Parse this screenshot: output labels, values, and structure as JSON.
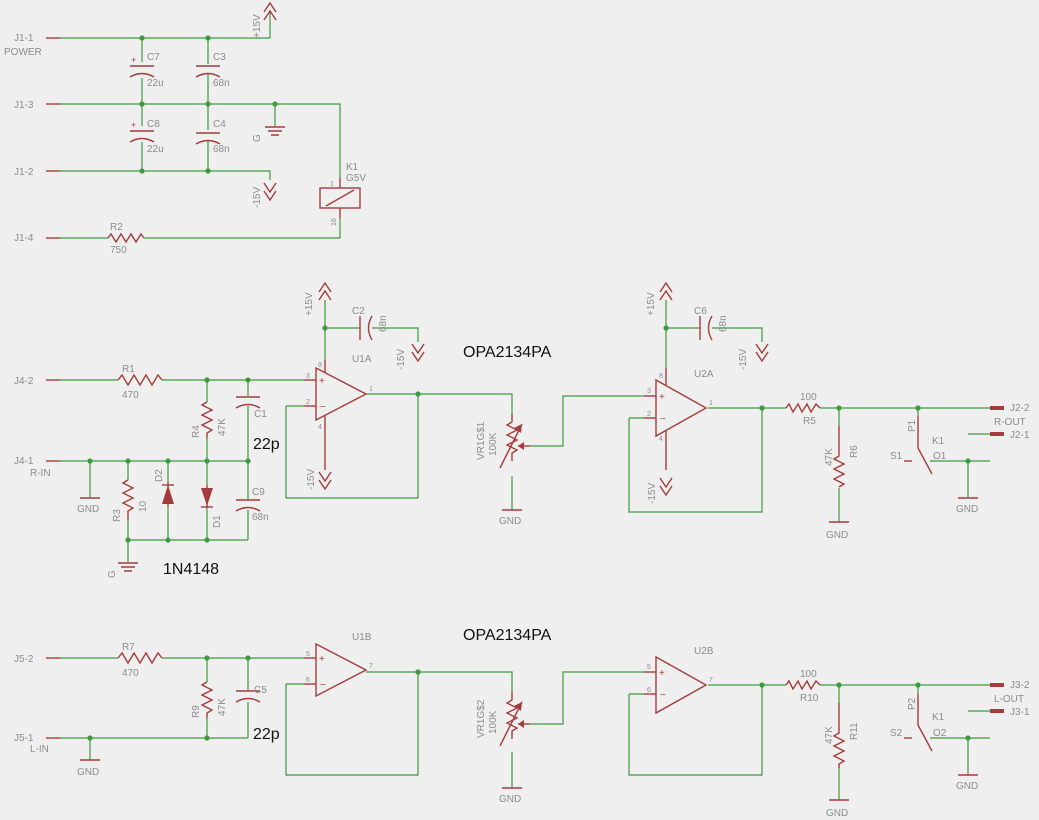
{
  "labels": {
    "j1_1": "J1-1",
    "power": "POWER",
    "plus15v_top": "+15V",
    "c7": "C7",
    "c7_val": "22u",
    "c3": "C3",
    "c3_val": "68n",
    "j1_3": "J1-3",
    "g_top": "G",
    "c8": "C8",
    "c8_val": "22u",
    "c4": "C4",
    "c4_val": "68n",
    "j1_2": "J1-2",
    "minus15v_top": "-15V",
    "k1": "K1",
    "k1_val": "G5V",
    "k1_pin1": "1",
    "k1_pin16": "16",
    "j1_4": "J1-4",
    "r2": "R2",
    "r2_val": "750",
    "plus15v_u1": "+15V",
    "c2": "C2",
    "c2_val": "68n",
    "minus15v_c2": "-15V",
    "u1a": "U1A",
    "opa_top": "OPA2134PA",
    "j4_2": "J4-2",
    "r1": "R1",
    "r1_val": "470",
    "u1_pin8": "8",
    "u1_pin3": "3",
    "u1_pin2": "2",
    "u1_pin1": "1",
    "u1_pin4": "4",
    "minus15v_u1": "-15V",
    "r4": "R4",
    "r4_val": "47K",
    "c1": "C1",
    "c1_val": "22p",
    "j4_1": "J4-1",
    "r_in": "R-IN",
    "gnd_j4": "GND",
    "r3": "R3",
    "r3_val": "10",
    "d2": "D2",
    "d1": "D1",
    "c9": "C9",
    "c9_val": "68n",
    "g_bottom": "G",
    "diode_part": "1N4148",
    "vr1": "VR1G$1",
    "vr1_val": "100K",
    "gnd_vr1": "GND",
    "plus15v_u2": "+15V",
    "c6": "C6",
    "c6_val": "68n",
    "minus15v_c6": "-15V",
    "u2a": "U2A",
    "u2_pin8": "8",
    "u2_pin3": "3",
    "u2_pin2": "2",
    "u2_pin1": "1",
    "u2_pin4": "4",
    "minus15v_u2": "-15V",
    "r5_val": "100",
    "r5": "R5",
    "r6": "R6",
    "r6_val": "47K",
    "gnd_r6": "GND",
    "p1": "P1",
    "k1_r": "K1",
    "s1": "S1",
    "o1": "O1",
    "gnd_r": "GND",
    "j2_2": "J2-2",
    "r_out": "R-OUT",
    "j2_1": "J2-1",
    "u1b": "U1B",
    "opa_bottom": "OPA2134PA",
    "j5_2": "J5-2",
    "r7": "R7",
    "r7_val": "470",
    "u1b_pin5": "5",
    "u1b_pin6": "6",
    "u1b_pin7": "7",
    "r9": "R9",
    "r9_val": "47K",
    "c5": "C5",
    "c5_val": "22p",
    "j5_1": "J5-1",
    "l_in": "L-IN",
    "gnd_j5": "GND",
    "vr2": "VR1G$2",
    "vr2_val": "100K",
    "gnd_vr2": "GND",
    "u2b": "U2B",
    "u2b_pin5": "5",
    "u2b_pin6": "6",
    "u2b_pin7": "7",
    "r10_val": "100",
    "r10": "R10",
    "r11": "R11",
    "r11_val": "47K",
    "gnd_r11": "GND",
    "p2": "P2",
    "k1_l": "K1",
    "s2": "S2",
    "o2": "O2",
    "gnd_l": "GND",
    "j3_2": "J3-2",
    "l_out": "L-OUT",
    "j3_1": "J3-1"
  },
  "colors": {
    "wire": "#3e9a3e",
    "component": "#a43c3c",
    "label": "#8c8c8c",
    "background": "#efefef"
  }
}
